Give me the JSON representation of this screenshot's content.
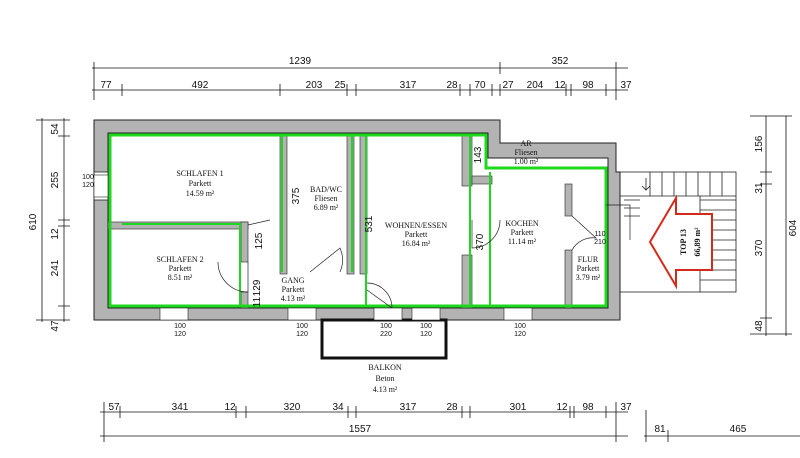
{
  "dims": {
    "top_outer": [
      "1239",
      "352"
    ],
    "top_row": [
      "77",
      "492",
      "203",
      "25",
      "317",
      "28",
      "70",
      "27",
      "204",
      "12",
      "98",
      "37"
    ],
    "bottom_row": [
      "57",
      "341",
      "12",
      "320",
      "34",
      "317",
      "28",
      "301",
      "12",
      "98",
      "37"
    ],
    "bottom_total": "1557",
    "bottom_right": [
      "81",
      "465"
    ],
    "left_total": "610",
    "left_row": [
      "54",
      "255",
      "12",
      "241",
      "47"
    ],
    "left_window": [
      "100",
      "120"
    ],
    "right_total": "604",
    "right_row": [
      "156",
      "31",
      "370",
      "48"
    ],
    "interior": {
      "bad_height": "375",
      "wohnen_height": "531",
      "ar_height": "143",
      "kochen_height": "370",
      "schlafen2_height": "125",
      "gang_width": "129",
      "gang_height": "11"
    }
  },
  "rooms": {
    "schlafen1": {
      "name": "SCHLAFEN 1",
      "floor": "Parkett",
      "area": "14.59 m²"
    },
    "bad": {
      "name": "BAD/WC",
      "floor": "Fliesen",
      "area": "6.89 m²"
    },
    "wohnen": {
      "name": "WOHNEN/ESSEN",
      "floor": "Parkett",
      "area": "16.84 m²"
    },
    "ar": {
      "name": "AR",
      "floor": "Fliesen",
      "area": "1.00 m²"
    },
    "kochen": {
      "name": "KOCHEN",
      "floor": "Parkett",
      "area": "11.14 m²"
    },
    "schlafen2": {
      "name": "SCHLAFEN 2",
      "floor": "Parkett",
      "area": "8.51 m²"
    },
    "gang": {
      "name": "GANG",
      "floor": "Parkett",
      "area": "4.13 m²"
    },
    "flur": {
      "name": "FLUR",
      "floor": "Parkett",
      "area": "3.79 m²"
    },
    "balkon": {
      "name": "BALKON",
      "floor": "Beton",
      "area": "4.13 m²"
    }
  },
  "windows": {
    "w1": [
      "100",
      "120"
    ],
    "w2": [
      "100",
      "120"
    ],
    "w3": [
      "100",
      "220"
    ],
    "w4": [
      "100",
      "120"
    ],
    "w5": [
      "100",
      "120"
    ],
    "door_flur": [
      "110",
      "210"
    ]
  },
  "badge": {
    "unit": "TOP 13",
    "area": "66,89 m²"
  },
  "colors": {
    "wall": "#b3b3b3",
    "outline": "#1ed81e",
    "badge": "#d42a1a",
    "ink": "#111111"
  }
}
